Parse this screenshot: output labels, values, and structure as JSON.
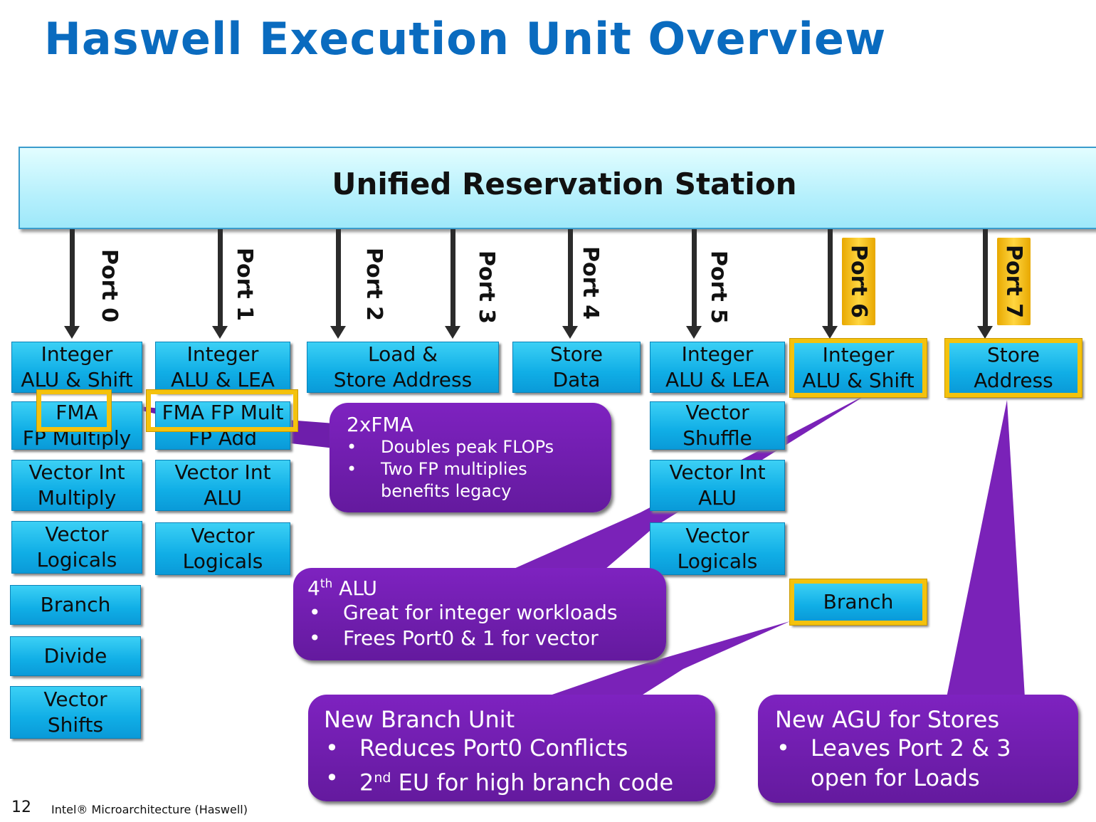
{
  "title": "Haswell Execution Unit Overview",
  "reservation_station": "Unified Reservation Station",
  "ports": [
    {
      "label": "Port 0",
      "highlight": false
    },
    {
      "label": "Port 1",
      "highlight": false
    },
    {
      "label": "Port 2",
      "highlight": false
    },
    {
      "label": "Port 3",
      "highlight": false
    },
    {
      "label": "Port 4",
      "highlight": false
    },
    {
      "label": "Port 5",
      "highlight": false
    },
    {
      "label": "Port 6",
      "highlight": true
    },
    {
      "label": "Port 7",
      "highlight": true
    }
  ],
  "units": {
    "port0": [
      {
        "l1": "Integer",
        "l2": "ALU & Shift"
      },
      {
        "l1": "FMA",
        "l2": "FP Multiply"
      },
      {
        "l1": "Vector Int",
        "l2": "Multiply"
      },
      {
        "l1": "Vector",
        "l2": "Logicals"
      },
      {
        "l1": "Branch"
      },
      {
        "l1": "Divide"
      },
      {
        "l1": "Vector",
        "l2": "Shifts"
      }
    ],
    "port1": [
      {
        "l1": "Integer",
        "l2": "ALU & LEA"
      },
      {
        "l1": "FMA FP Mult",
        "l2": "FP Add"
      },
      {
        "l1": "Vector Int",
        "l2": "ALU"
      },
      {
        "l1": "Vector",
        "l2": "Logicals"
      }
    ],
    "port23": [
      {
        "l1": "Load &",
        "l2": "Store Address"
      }
    ],
    "port4": [
      {
        "l1": "Store",
        "l2": "Data"
      }
    ],
    "port5": [
      {
        "l1": "Integer",
        "l2": "ALU & LEA"
      },
      {
        "l1": "Vector",
        "l2": "Shuffle"
      },
      {
        "l1": "Vector Int",
        "l2": "ALU"
      },
      {
        "l1": "Vector",
        "l2": "Logicals"
      }
    ],
    "port6": [
      {
        "l1": "Integer",
        "l2": "ALU & Shift"
      },
      {
        "l1": "Branch"
      }
    ],
    "port7": [
      {
        "l1": "Store",
        "l2": "Address"
      }
    ]
  },
  "callouts": {
    "fma": {
      "heading": "2xFMA",
      "bullets": [
        "Doubles peak FLOPs",
        "Two FP multiplies benefits legacy"
      ]
    },
    "alu": {
      "heading_num": "4",
      "heading_sup": "th",
      "heading_rest": " ALU",
      "bullets": [
        "Great for integer workloads",
        "Frees Port0 & 1 for vector"
      ]
    },
    "branch": {
      "heading": "New Branch Unit",
      "bullets": [
        "Reduces Port0 Conflicts"
      ],
      "bullet2_num": "2",
      "bullet2_sup": "nd",
      "bullet2_rest": " EU for high branch code"
    },
    "agu": {
      "heading": "New AGU for Stores",
      "bullets": [
        "Leaves Port 2 & 3 open for Loads"
      ]
    }
  },
  "footer": {
    "page": "12",
    "text": "Intel® Microarchitecture (Haswell)"
  },
  "colors": {
    "title": "#0a6bbf",
    "unit": "#10aee6",
    "highlight": "#f4c20d",
    "callout": "#6e1eab"
  }
}
